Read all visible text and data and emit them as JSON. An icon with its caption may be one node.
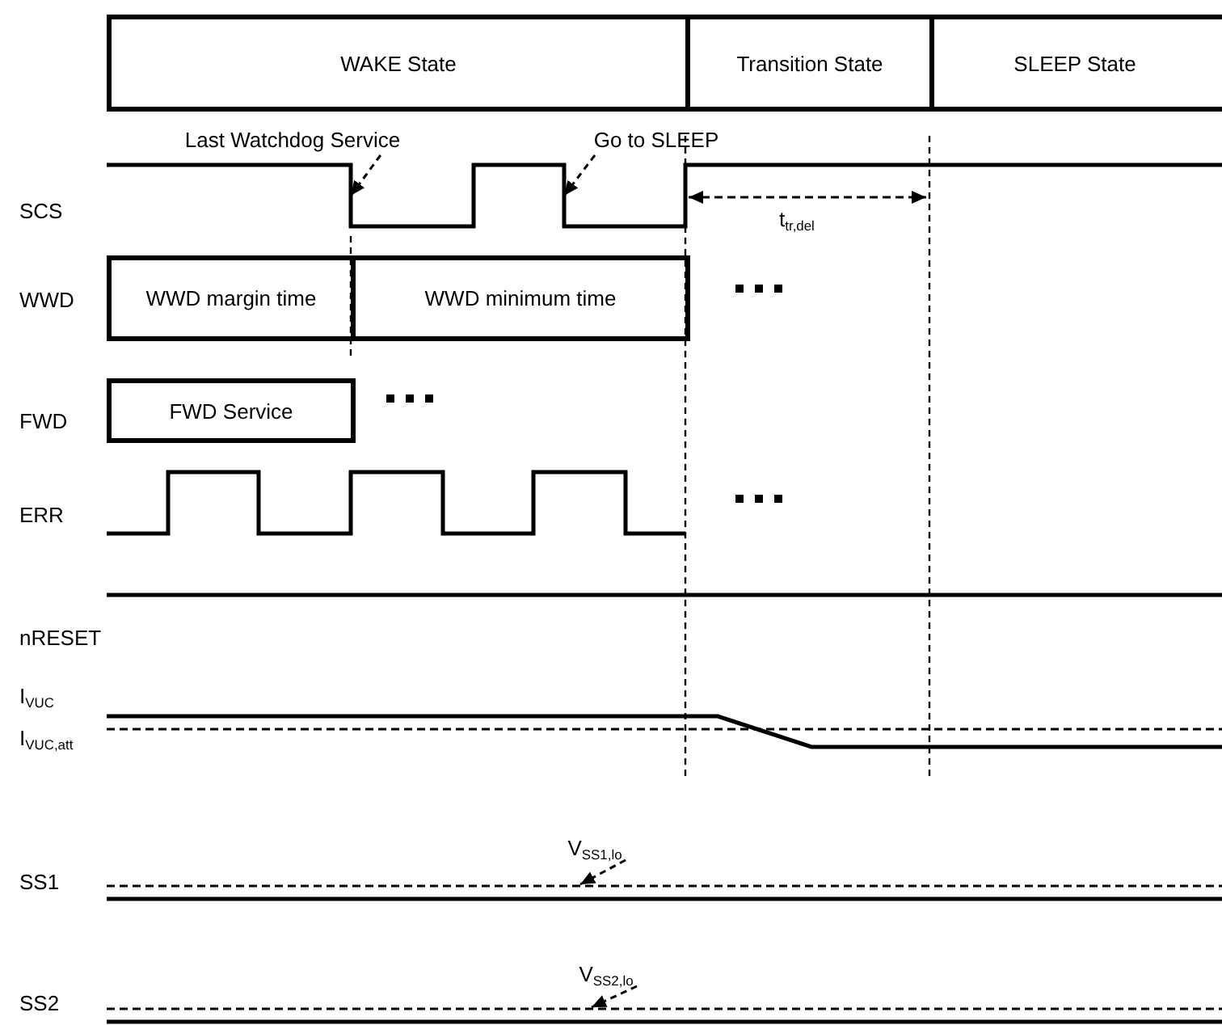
{
  "diagram": {
    "nodes": [
      {
        "text": [
          "WAKE State"
        ]
      },
      {
        "text": [
          "Transition State"
        ]
      },
      {
        "text": [
          "SLEEP State"
        ]
      },
      {
        "text": [
          "Last Watchdog Service"
        ]
      },
      {
        "text": [
          "Go to SLEEP"
        ]
      },
      {
        "text": [
          "WWD margin time"
        ]
      },
      {
        "text": [
          "WWD minimum time"
        ]
      },
      {
        "text": [
          "FWD Service"
        ]
      },
      {
        "text": [
          "V$_{SS1,lo}$"
        ]
      },
      {
        "text": [
          "V$_{SS2,lo}$"
        ]
      },
      {
        "text": [],
        "shape": "bar"
      },
      {
        "text": [],
        "shape": "bar"
      }
    ],
    "edges": [
      {
        "from": 3,
        "to": null,
        "arrow": "to",
        "style": "dashed"
      },
      {
        "from": 4,
        "to": null,
        "arrow": "to",
        "style": "dashed"
      },
      {
        "from": 8,
        "to": 10,
        "arrow": "to",
        "style": "dashed"
      },
      {
        "from": 9,
        "to": 11,
        "arrow": "to",
        "style": "dashed"
      }
    ],
    "labels": [
      "SCS",
      "t$_{tr,del}$",
      "WWD",
      "FWD",
      "ERR",
      "nRESET",
      "I$_{VUC}$",
      "I$_{VUC,att}$",
      "SS1",
      "SS2"
    ]
  }
}
